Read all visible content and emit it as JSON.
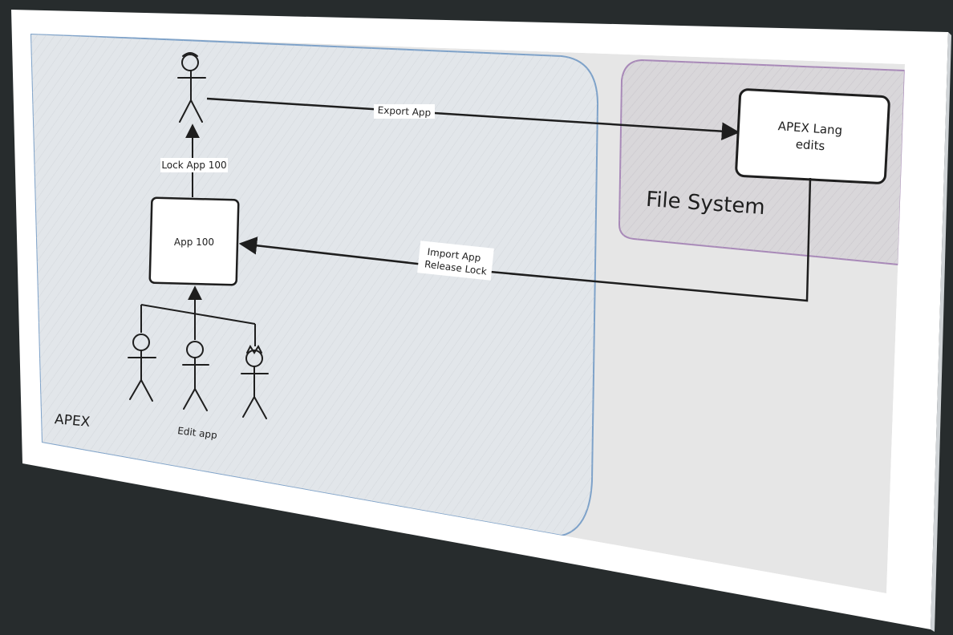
{
  "diagram": {
    "nodes": {
      "app": "App 100",
      "apex_lang": [
        "APEX Lang",
        "edits"
      ]
    },
    "regions": {
      "apex": "APEX",
      "file_system": "File System"
    },
    "edges": {
      "export": "Export App",
      "lock": "Lock App 100",
      "import": [
        "Import App",
        "Release Lock"
      ]
    },
    "annotations": {
      "edit_app": "Edit app"
    }
  },
  "colors": {
    "background": "#272c2d",
    "board": "#ffffff",
    "apex_region_fill": "#e2e6ea",
    "apex_region_border": "#7ea2c9",
    "right_area_fill": "#e6e6e6",
    "file_system_fill": "#d9d7da",
    "file_system_border": "#a889b8",
    "ink": "#1e1e1e"
  }
}
